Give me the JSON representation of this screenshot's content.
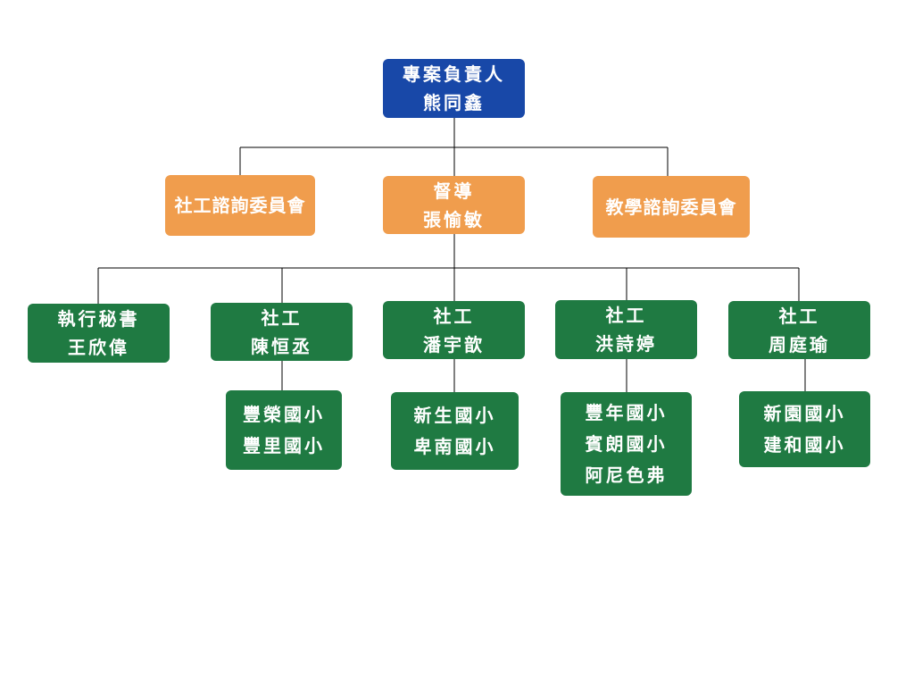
{
  "leader": {
    "title": "專案負責人",
    "name": "熊同鑫"
  },
  "social_committee": {
    "title": "社工諮詢委員會"
  },
  "supervisor": {
    "title": "督導",
    "name": "張愉敏"
  },
  "teaching_committee": {
    "title": "教學諮詢委員會"
  },
  "secretary": {
    "title": "執行秘書",
    "name": "王欣偉"
  },
  "social_workers": [
    {
      "title": "社工",
      "name": "陳恒丞",
      "schools": [
        "豐榮國小",
        "豐里國小"
      ]
    },
    {
      "title": "社工",
      "name": "潘宇歆",
      "schools": [
        "新生國小",
        "卑南國小"
      ]
    },
    {
      "title": "社工",
      "name": "洪詩婷",
      "schools": [
        "豐年國小",
        "賓朗國小",
        "阿尼色弗"
      ]
    },
    {
      "title": "社工",
      "name": "周庭瑜",
      "schools": [
        "新園國小",
        "建和國小"
      ]
    }
  ],
  "colors": {
    "leader": "#1848a8",
    "committee": "#f09d4d",
    "staff": "#1f7a42",
    "connector": "#000000"
  }
}
